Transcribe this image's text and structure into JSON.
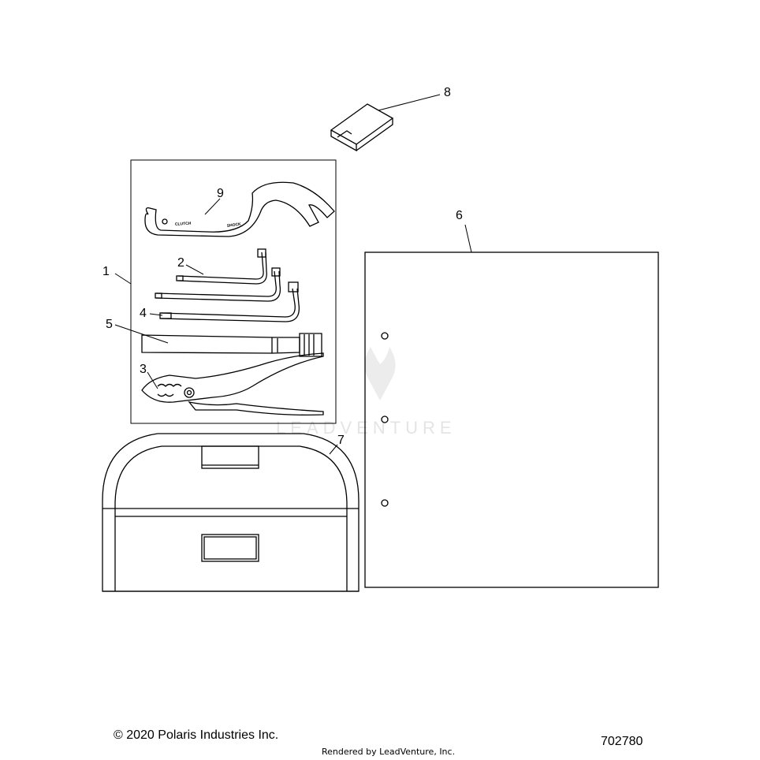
{
  "callouts": {
    "c1": "1",
    "c2": "2",
    "c3": "3",
    "c4": "4",
    "c5": "5",
    "c6": "6",
    "c7": "7",
    "c8": "8",
    "c9": "9"
  },
  "wrench_labels": {
    "clutch": "CLUTCH",
    "shock": "SHOCK"
  },
  "watermark": {
    "text": "LEADVENTURE"
  },
  "footer": {
    "copyright": "© 2020 Polaris Industries Inc.",
    "rendered_by": "Rendered by LeadVenture, Inc.",
    "drawing_number": "702780"
  },
  "colors": {
    "line": "#000000",
    "background": "#ffffff",
    "watermark": "#e4e4e4"
  }
}
